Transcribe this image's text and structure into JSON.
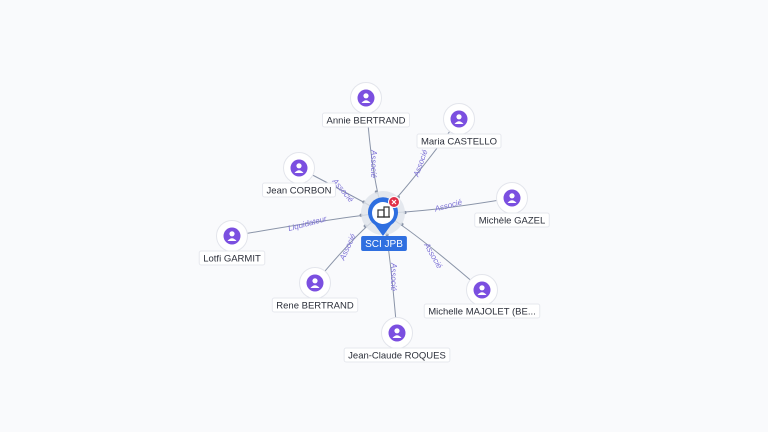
{
  "center": {
    "label": "SCI JPB",
    "icon": "building-icon",
    "badge": "close-icon"
  },
  "people": [
    {
      "id": "annie",
      "label": "Annie BERTRAND",
      "relation": "Associé"
    },
    {
      "id": "maria",
      "label": "Maria CASTELLO",
      "relation": "Associé"
    },
    {
      "id": "jean",
      "label": "Jean CORBON",
      "relation": "Associé"
    },
    {
      "id": "michele",
      "label": "Michèle GAZEL",
      "relation": "Associé"
    },
    {
      "id": "lotfi",
      "label": "Lotfi GARMIT",
      "relation": "Liquidateur"
    },
    {
      "id": "rene",
      "label": "Rene BERTRAND",
      "relation": "Associé"
    },
    {
      "id": "michelle",
      "label": "Michelle MAJOLET (BE...",
      "relation": "Associé"
    },
    {
      "id": "jeanclaude",
      "label": "Jean-Claude ROQUES",
      "relation": "Associé"
    }
  ],
  "colors": {
    "person": "#7b4fe0",
    "center": "#2f6fe0",
    "badge": "#e0304a",
    "edge": "#8a94a8",
    "edge_label": "#7b6fd6"
  }
}
